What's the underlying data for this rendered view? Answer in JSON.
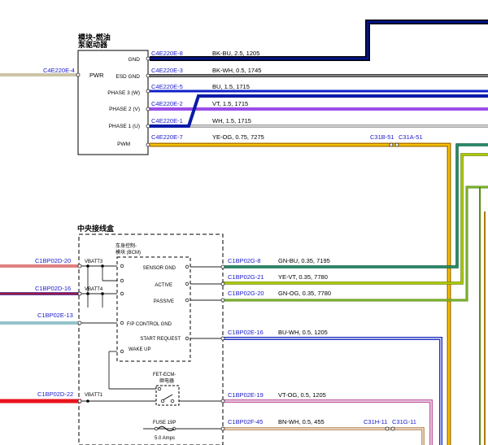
{
  "module": {
    "title_line1": "模块-燃油",
    "title_line2": "泵驱动器",
    "pins": [
      "GND",
      "ESD GND",
      "PHASE 3 (W)",
      "PHASE 2 (V)",
      "PHASE 1 (U)",
      "PWM"
    ],
    "pwr_label": "PWR",
    "left_connector": "C4E220E-4",
    "connectors": [
      "C4E220E-8",
      "C4E220E-3",
      "C4E220E-5",
      "C4E220E-2",
      "C4E220E-1",
      "C4E220E-7"
    ],
    "wires": [
      "BK-BU,  2.5,  1205",
      "BK-WH,  0.5,  1745",
      "BU,  1.5,  1715",
      "VT,  1.5,  1715",
      "WH,  1.5,  1715",
      "YE-OG,  0.75,  7275"
    ],
    "pwm_splice_1": "C31B-51",
    "pwm_splice_2": "C31A-51"
  },
  "junction": {
    "title": "中央接线盒",
    "bcm_line1": "车身控制-",
    "bcm_line2": "模块 (BCM)",
    "left_connectors": [
      "C1BP02D-20",
      "C1BP02D-16",
      "C1BP02E-13",
      "C1BP02D-22"
    ],
    "vbatt": [
      "VBATT3",
      "VBATT4",
      "VBATT1"
    ],
    "bcm_pins": [
      "SENSOR GND",
      "ACTIVE",
      "PASSIVE",
      "F/P CONTROL GND",
      "START REQUEST",
      "WAKE UP"
    ],
    "right_connectors": [
      "C1BP02G-8",
      "C1BP02G-21",
      "C1BP02G-20",
      "C1BP02E-16",
      "C1BP02E-19",
      "C1BP02F-45"
    ],
    "wires": [
      "GN-BU,  0.35,  7195",
      "YE-VT,  0.35,  7780",
      "GN-OG,  0.35,  7780",
      "BU-WH,  0.5,  1205",
      "VT-OG,  0.5,  1205",
      "BN-WH,  0.5,  455"
    ],
    "relay_line1": "FET-ECM-",
    "relay_line2": "继电器",
    "fuse_label": "FUSE 19P",
    "fuse_rating": "5.0 Amps",
    "fuse_splice_1": "C31H-11",
    "fuse_splice_2": "C31G-11"
  }
}
